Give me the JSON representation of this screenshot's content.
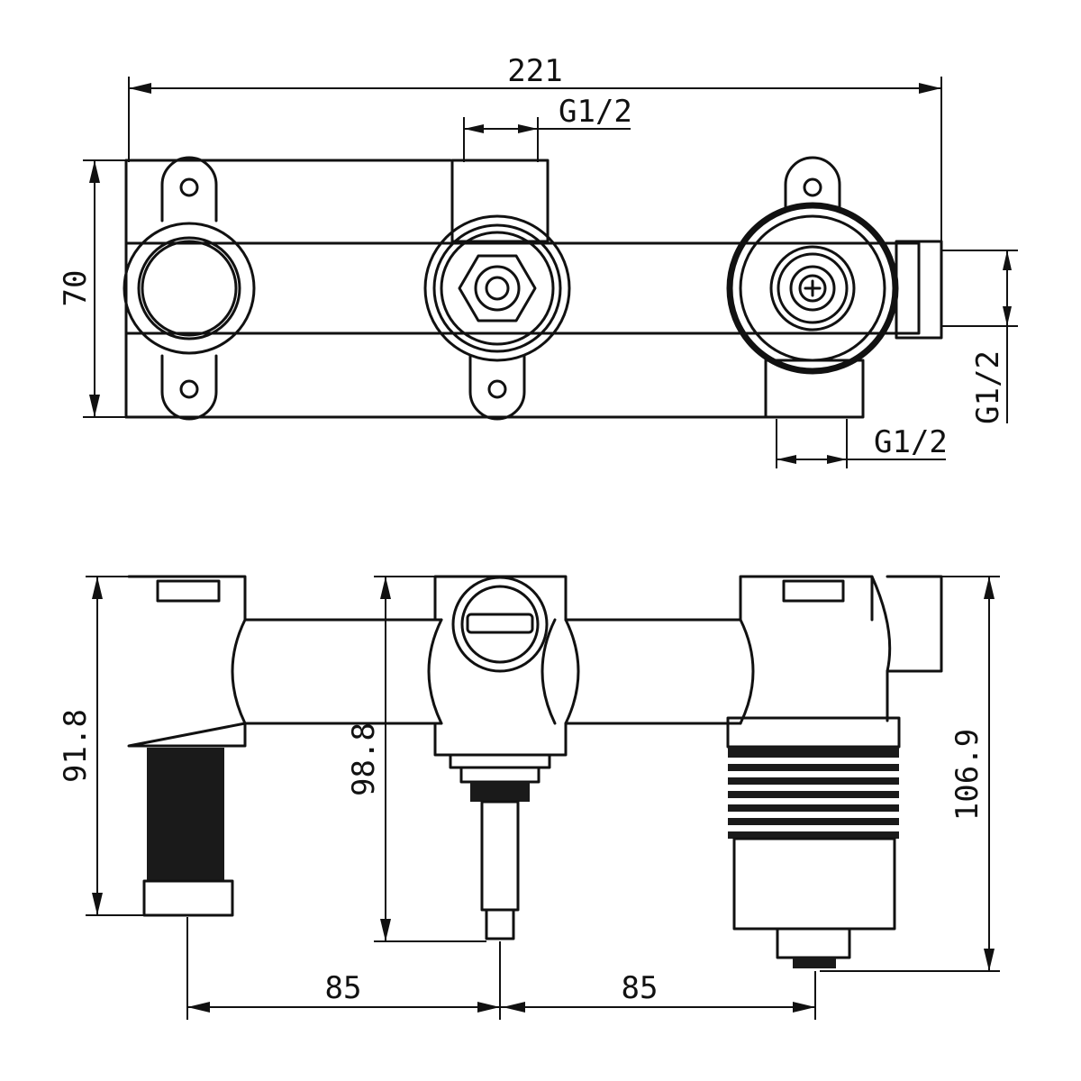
{
  "dimensions": {
    "overall_width": "221",
    "height_top": "70",
    "top_port": "G1/2",
    "side_port": "G1/2",
    "bottom_port": "G1/2",
    "left_depth": "91.8",
    "center_depth": "98.8",
    "right_depth": "106.9",
    "spacing_left": "85",
    "spacing_right": "85"
  }
}
